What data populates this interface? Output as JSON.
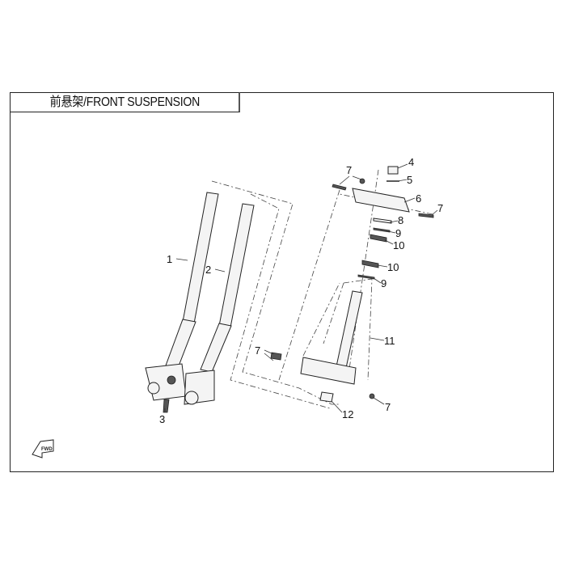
{
  "title": "前悬架/FRONT SUSPENSION",
  "callouts": {
    "c1": "1",
    "c2": "2",
    "c3": "3",
    "c4": "4",
    "c5": "5",
    "c6": "6",
    "c7a": "7",
    "c7b": "7",
    "c7c": "7",
    "c7d": "7",
    "c8": "8",
    "c9a": "9",
    "c9b": "9",
    "c10a": "10",
    "c10b": "10",
    "c11": "11",
    "c12": "12"
  },
  "fwd_symbol": "FWD"
}
